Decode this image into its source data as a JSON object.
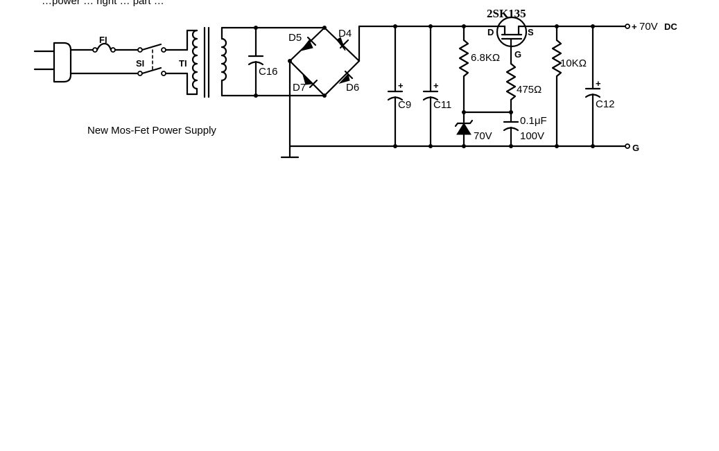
{
  "top_text": "…power … right … part …",
  "caption": "New Mos-Fet Power Supply",
  "labels": {
    "fuse": "FI",
    "switch": "SI",
    "transformer": "TI",
    "c16": "C16",
    "d5": "D5",
    "d4": "D4",
    "d7": "D7",
    "d6": "D6",
    "c9": "C9",
    "c11": "C11",
    "r1": "6.8KΩ",
    "fet_model": "2SK135",
    "fet_d": "D",
    "fet_s": "S",
    "fet_g": "G",
    "r2": "475Ω",
    "zener": "70V",
    "cap_value": "0.1μF",
    "cap_voltage": "100V",
    "r3": "10KΩ",
    "c12": "C12",
    "out_plus": "+",
    "out_voltage": "70V",
    "out_dc": "DC",
    "out_ground": "G",
    "cap_plus": "+"
  }
}
